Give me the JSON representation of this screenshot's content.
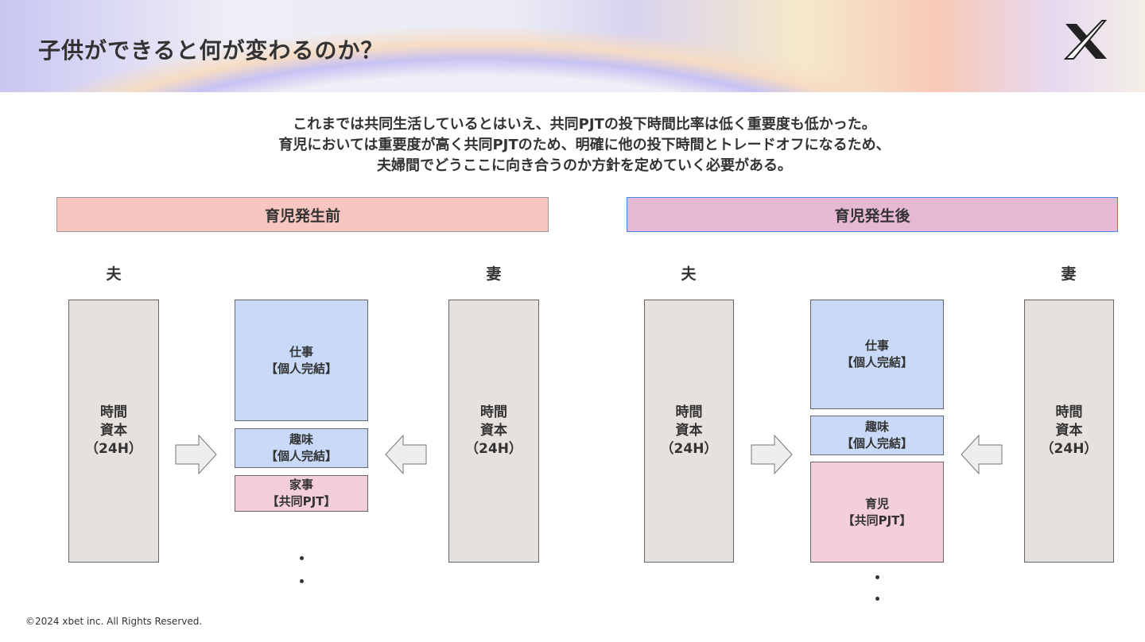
{
  "title": "子供ができると何が変わるのか？",
  "logo_text": "X",
  "lead": [
    "これまでは共同生活しているとはいえ、共同PJTの投下時間比率は低く重要度も低かった。",
    "育児においては重要度が高く共同PJTのため、明確に他の投下時間とトレードオフになるため、",
    "夫婦間でどうここに向き合うのか方針を定めていく必要がある。"
  ],
  "before": {
    "header": "育児発生前",
    "husband": "夫",
    "wife": "妻",
    "capital": [
      "時間",
      "資本",
      "（24H）"
    ],
    "items": [
      {
        "name": "仕事",
        "tag": "【個人完結】"
      },
      {
        "name": "趣味",
        "tag": "【個人完結】"
      },
      {
        "name": "家事",
        "tag": "【共同PJT】"
      }
    ]
  },
  "after": {
    "header": "育児発生後",
    "husband": "夫",
    "wife": "妻",
    "capital": [
      "時間",
      "資本",
      "（24H）"
    ],
    "items": [
      {
        "name": "仕事",
        "tag": "【個人完結】"
      },
      {
        "name": "趣味",
        "tag": "【個人完結】"
      },
      {
        "name": "育児",
        "tag": "【共同PJT】"
      }
    ]
  },
  "footer": "©2024 xbet inc. All Rights Reserved.",
  "colors": {
    "before_header": "#f8c6c0",
    "after_header": "#e6b8d4",
    "after_border": "#4a86e8",
    "personal": "#c9daf8",
    "joint": "#f3cfdb",
    "capital": "#e6e1dc"
  }
}
